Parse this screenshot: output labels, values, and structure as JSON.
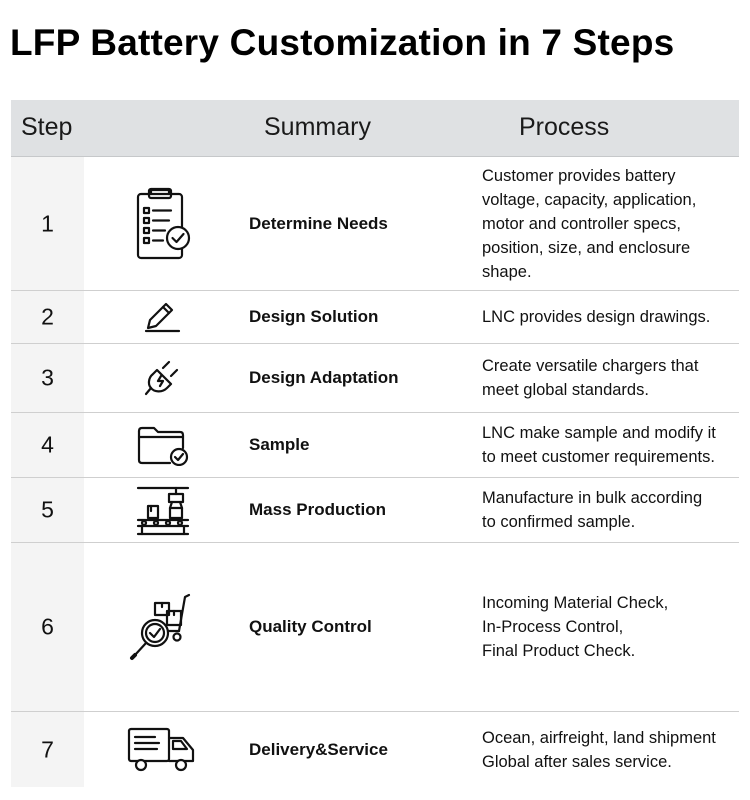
{
  "title": "LFP Battery Customization in 7 Steps",
  "header": {
    "step": "Step",
    "summary": "Summary",
    "process": "Process"
  },
  "rows": [
    {
      "step": "1",
      "icon": "clipboard-checklist-icon",
      "summary": "Determine Needs",
      "process_lines": [
        "Customer provides battery",
        "voltage, capacity, application,",
        "motor and controller specs,",
        "position, size, and enclosure",
        "shape."
      ]
    },
    {
      "step": "2",
      "icon": "pencil-icon",
      "summary": "Design Solution",
      "process_lines": [
        "LNC provides design drawings."
      ]
    },
    {
      "step": "3",
      "icon": "charger-plug-icon",
      "summary": "Design Adaptation",
      "process_lines": [
        "Create versatile chargers that",
        "meet global standards."
      ]
    },
    {
      "step": "4",
      "icon": "folder-check-icon",
      "summary": "Sample",
      "process_lines": [
        "LNC make sample and modify it",
        "to meet customer requirements."
      ]
    },
    {
      "step": "5",
      "icon": "conveyor-production-icon",
      "summary": "Mass Production",
      "process_lines": [
        "Manufacture in bulk according",
        "to confirmed sample."
      ]
    },
    {
      "step": "6",
      "icon": "hand-truck-inspection-icon",
      "summary": "Quality Control",
      "process_lines": [
        "Incoming Material Check,",
        "In-Process Control,",
        "Final Product Check."
      ]
    },
    {
      "step": "7",
      "icon": "delivery-truck-icon",
      "summary": "Delivery&Service",
      "process_lines": [
        "Ocean, airfreight, land shipment",
        "Global after sales service."
      ]
    }
  ]
}
